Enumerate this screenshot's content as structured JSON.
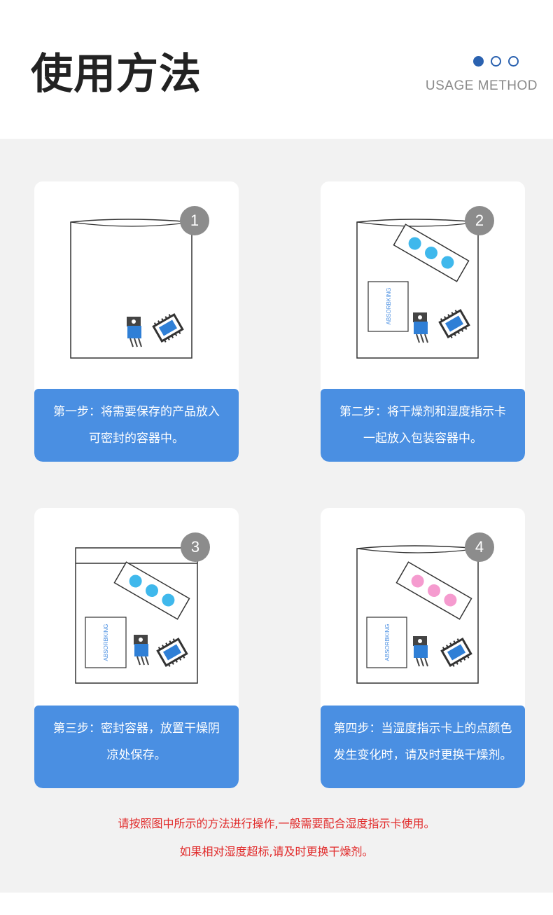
{
  "header": {
    "title": "使用方法",
    "subtitle": "USAGE METHOD"
  },
  "card_label": "ABSORBKING",
  "steps": [
    {
      "number": "1",
      "line1": "第一步：将需要保存的产品放入",
      "line2": "可密封的容器中。"
    },
    {
      "number": "2",
      "line1": "第二步：将干燥剂和湿度指示卡",
      "line2": "一起放入包装容器中。"
    },
    {
      "number": "3",
      "line1": "第三步：密封容器，放置干燥阴",
      "line2": "凉处保存。"
    },
    {
      "number": "4",
      "line1": "第四步：当湿度指示卡上的点颜色",
      "line2": "发生变化时，请及时更换干燥剂。"
    }
  ],
  "notes": {
    "line1": "请按照图中所示的方法进行操作,一般需要配合湿度指示卡使用。",
    "line2": "如果相对湿度超标,请及时更换干燥剂。"
  },
  "colors": {
    "accent": "#4a8fe2",
    "dot_blue": "#3fb8ec",
    "dot_pink": "#f59bcf",
    "note_red": "#e12a2a"
  }
}
